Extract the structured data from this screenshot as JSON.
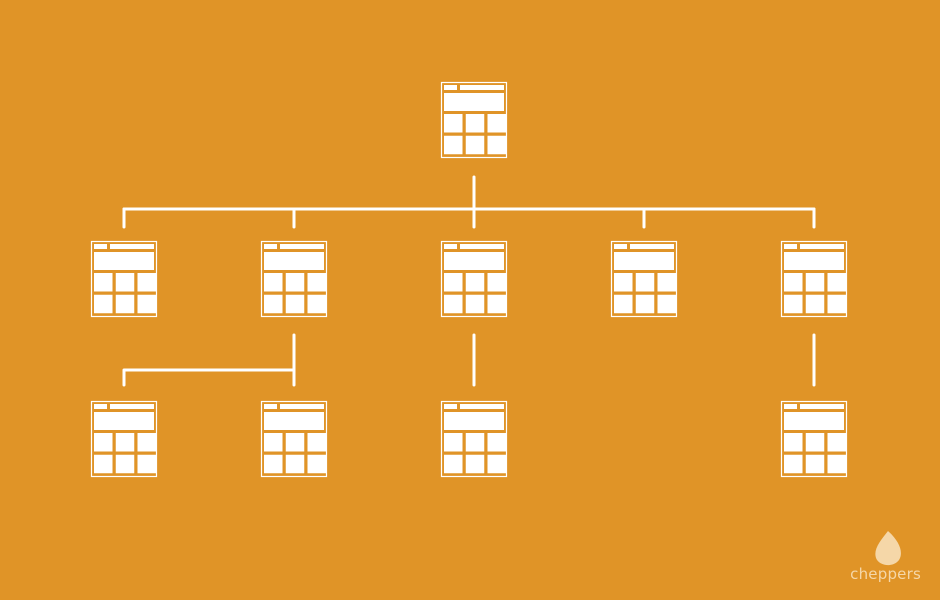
{
  "colors": {
    "background": "#E09427",
    "foreground": "#FFFFFF",
    "logo": "#F5D7A8"
  },
  "diagram": {
    "type": "sitemap-tree",
    "node_icon": "page-layout-icon",
    "nodes": [
      {
        "id": "root",
        "parent": null
      },
      {
        "id": "n1",
        "parent": "root"
      },
      {
        "id": "n2",
        "parent": "root"
      },
      {
        "id": "n3",
        "parent": "root"
      },
      {
        "id": "n4",
        "parent": "root"
      },
      {
        "id": "n5",
        "parent": "root"
      },
      {
        "id": "n2a",
        "parent": "n2"
      },
      {
        "id": "n2b",
        "parent": "n2"
      },
      {
        "id": "n3a",
        "parent": "n3"
      },
      {
        "id": "n5a",
        "parent": "n5"
      }
    ]
  },
  "brand": {
    "name": "cheppers",
    "logo_icon": "cheppers-logo-icon"
  }
}
